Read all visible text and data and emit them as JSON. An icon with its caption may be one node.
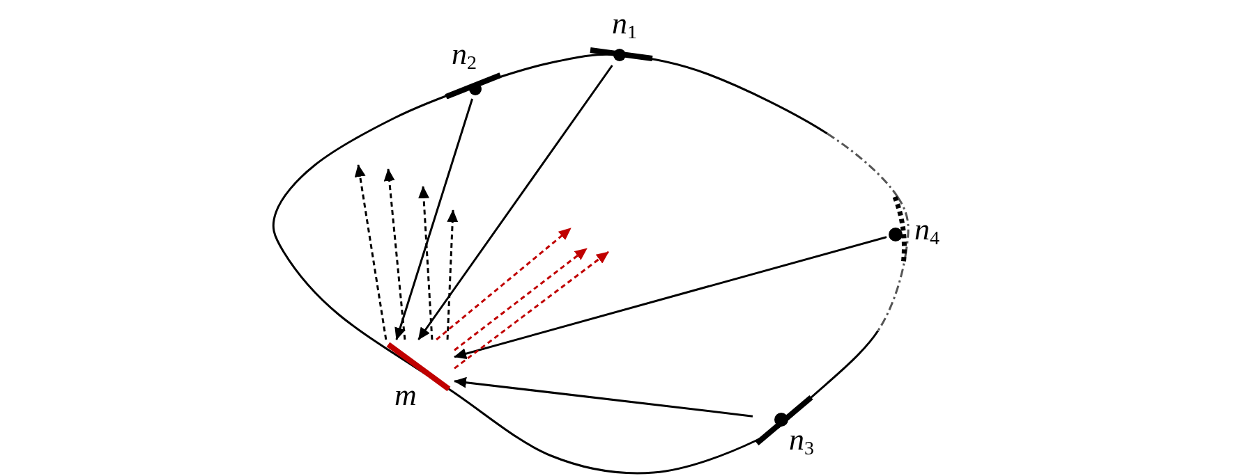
{
  "diagram": {
    "nodes": [
      {
        "text": [
          "n$_{1}$"
        ]
      },
      {
        "text": [
          "n$_{2}$"
        ]
      },
      {
        "text": [
          "n$_{3}$"
        ]
      },
      {
        "text": [
          "n$_{4}$"
        ]
      },
      {
        "text": [
          "m"
        ]
      }
    ],
    "edges": [
      {
        "from": 0,
        "to": 4,
        "arrow": "to"
      },
      {
        "from": 1,
        "to": 4,
        "arrow": "to"
      },
      {
        "from": 3,
        "to": 4,
        "arrow": "to"
      },
      {
        "from": 2,
        "to": 4,
        "arrow": "to"
      },
      {
        "from": 4,
        "to": null,
        "arrow": "to",
        "style": "dashed"
      },
      {
        "from": 4,
        "to": null,
        "arrow": "to",
        "style": "dashed"
      },
      {
        "from": 4,
        "to": null,
        "arrow": "to",
        "style": "dashed"
      },
      {
        "from": 4,
        "to": null,
        "arrow": "to",
        "style": "dashed"
      },
      {
        "from": 4,
        "to": null,
        "arrow": "to",
        "style": "dashed",
        "color": "#c00000"
      },
      {
        "from": 4,
        "to": null,
        "arrow": "to",
        "style": "dashed",
        "color": "#c00000"
      },
      {
        "from": 4,
        "to": null,
        "arrow": "to",
        "style": "dashed",
        "color": "#c00000"
      }
    ]
  }
}
